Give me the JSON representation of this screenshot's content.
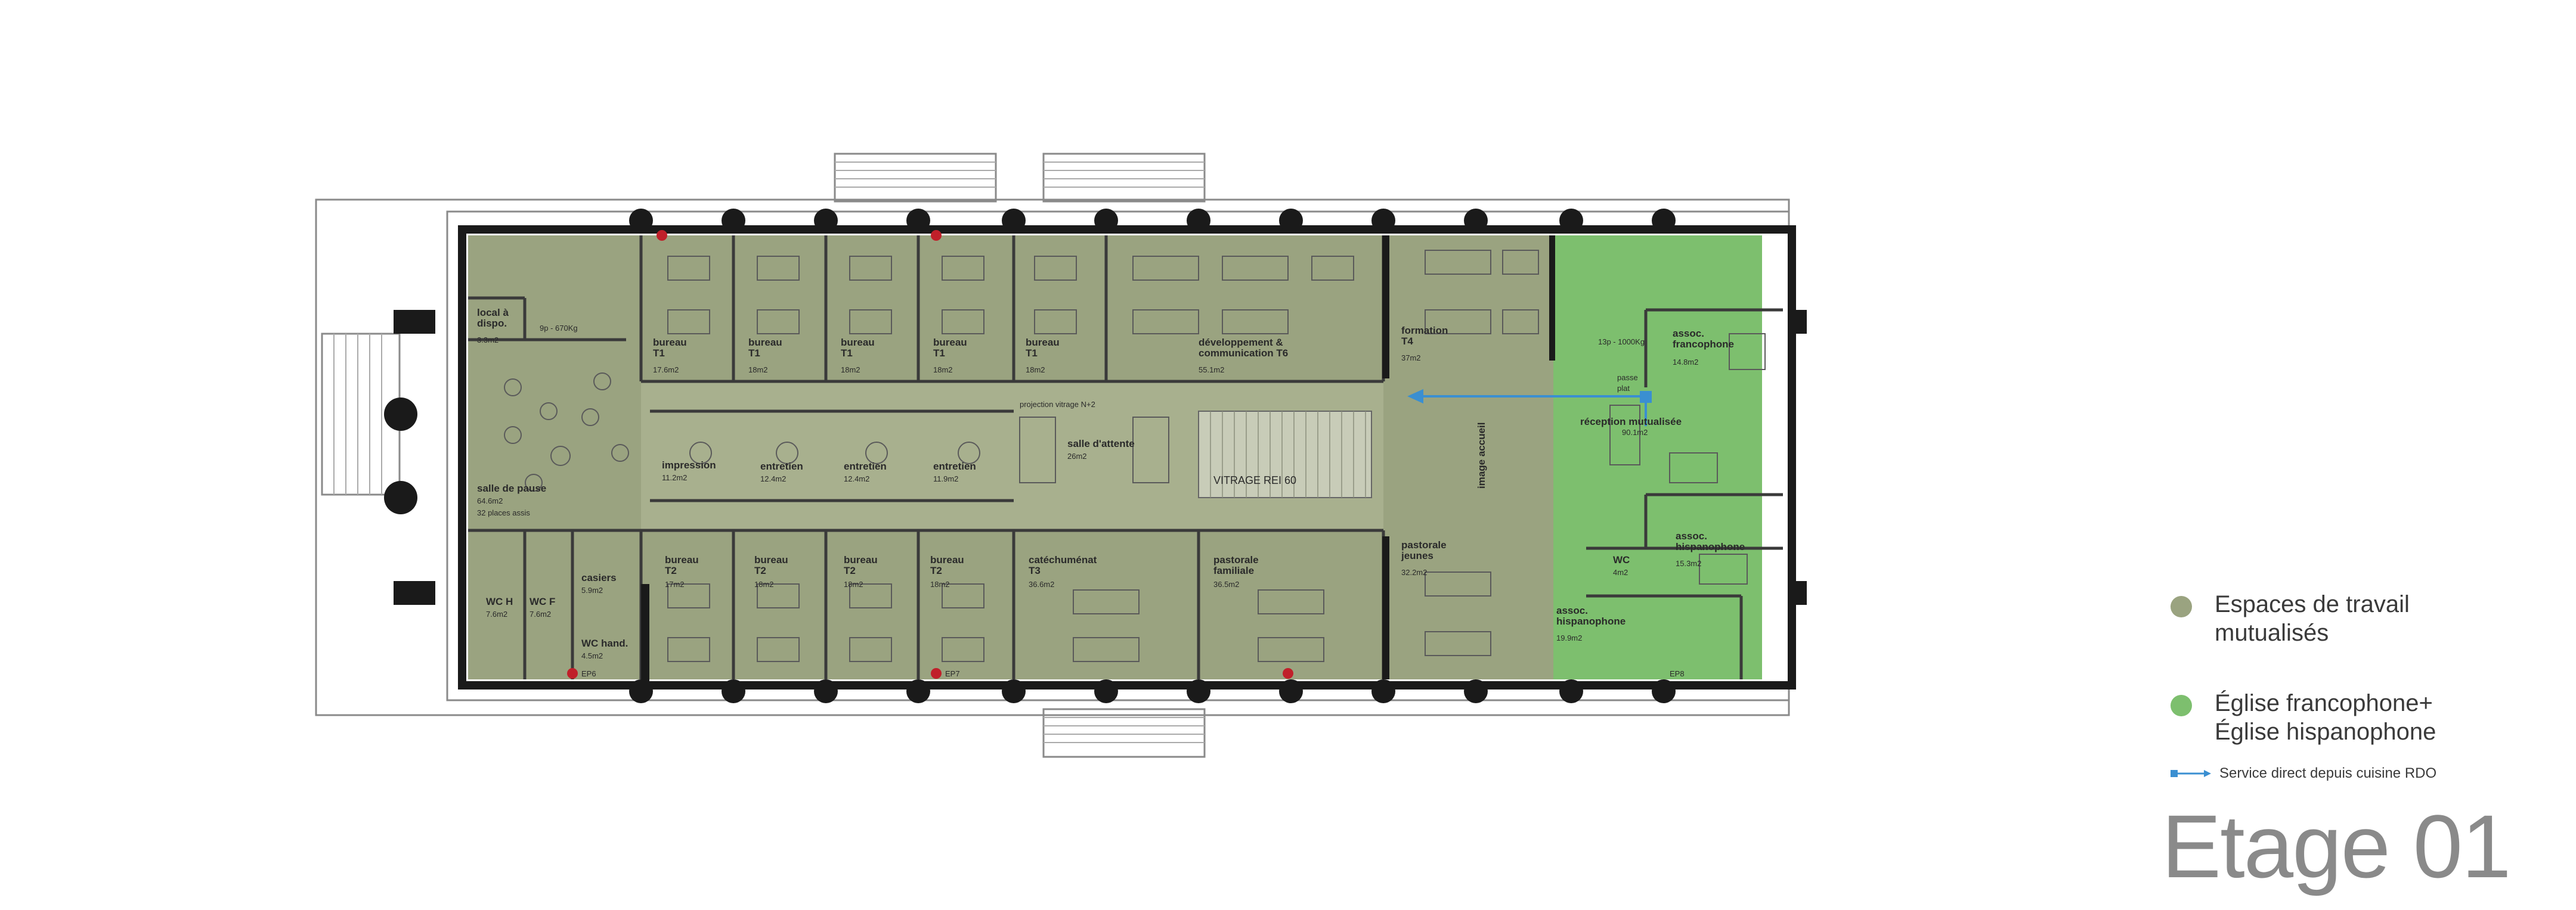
{
  "colors": {
    "shared_workspace": "#9aa380",
    "church_spaces": "#7dbf6e",
    "wall": "#1a1a1a",
    "arrow": "#3a8fd1"
  },
  "rooms": {
    "local": {
      "name": "local à\ndispo.",
      "area": "3.3m2"
    },
    "lift1": {
      "name": "",
      "area": "9p - 670Kg"
    },
    "bureau_t1_a": {
      "name": "bureau\nT1",
      "area": "17.6m2"
    },
    "bureau_t1_b": {
      "name": "bureau\nT1",
      "area": "18m2"
    },
    "bureau_t1_c": {
      "name": "bureau\nT1",
      "area": "18m2"
    },
    "bureau_t1_d": {
      "name": "bureau\nT1",
      "area": "18m2"
    },
    "bureau_t1_e": {
      "name": "bureau\nT1",
      "area": "18m2"
    },
    "dev": {
      "name": "développement &\ncommunication T6",
      "area": "55.1m2"
    },
    "formation": {
      "name": "formation\nT4",
      "area": "37m2"
    },
    "lift2": {
      "name": "",
      "area": "13p - 1000Kg"
    },
    "assoc_franco": {
      "name": "assoc.\nfrancophone",
      "area": "14.8m2"
    },
    "passe_plat": {
      "name": "passe\nplat",
      "area": ""
    },
    "reception": {
      "name": "réception mutualisée",
      "area": "90.1m2"
    },
    "salle_pause": {
      "name": "salle de pause",
      "area": "64.6m2",
      "note": "32 places assis"
    },
    "impression": {
      "name": "impression",
      "area": "11.2m2"
    },
    "entretien_a": {
      "name": "entretien",
      "area": "12.4m2"
    },
    "entretien_b": {
      "name": "entretien",
      "area": "12.4m2"
    },
    "entretien_c": {
      "name": "entretien",
      "area": "11.9m2"
    },
    "salle_attente": {
      "name": "salle d'attente",
      "area": "26m2"
    },
    "projection": {
      "name": "projection vitrage N+2",
      "area": ""
    },
    "vitrage": {
      "name": "VITRAGE REI 60",
      "area": ""
    },
    "image_accueil": {
      "name": "image accueil",
      "area": ""
    },
    "casiers": {
      "name": "casiers",
      "area": "5.9m2"
    },
    "wc_h": {
      "name": "WC H",
      "area": "7.6m2"
    },
    "wc_f": {
      "name": "WC F",
      "area": "7.6m2"
    },
    "wc_hand": {
      "name": "WC hand.",
      "area": "4.5m2"
    },
    "ep6": {
      "name": "EP6",
      "area": ""
    },
    "bureau_t2_a": {
      "name": "bureau\nT2",
      "area": "17m2"
    },
    "bureau_t2_b": {
      "name": "bureau\nT2",
      "area": "18m2"
    },
    "bureau_t2_c": {
      "name": "bureau\nT2",
      "area": "18m2"
    },
    "bureau_t2_d": {
      "name": "bureau\nT2",
      "area": "18m2"
    },
    "catechumenat": {
      "name": "catéchuménat\nT3",
      "area": "36.6m2"
    },
    "pastorale_fam": {
      "name": "pastorale\nfamiliale",
      "area": "36.5m2"
    },
    "pastorale_jeunes": {
      "name": "pastorale\njeunes",
      "area": "32.2m2"
    },
    "assoc_hispano_a": {
      "name": "assoc.\nhispanophone",
      "area": "15.3m2"
    },
    "wc_right": {
      "name": "WC",
      "area": "4m2"
    },
    "assoc_hispano_b": {
      "name": "assoc.\nhispanophone",
      "area": "19.9m2"
    },
    "ep7": {
      "name": "EP7",
      "area": ""
    },
    "ep8": {
      "name": "EP8",
      "area": ""
    }
  },
  "legend": {
    "item1": "Espaces de travail\nmutualisés",
    "item2": "Église francophone+\nÉglise hispanophone",
    "service": "Service direct depuis cuisine RDO"
  },
  "floor_title": "Etage 01"
}
